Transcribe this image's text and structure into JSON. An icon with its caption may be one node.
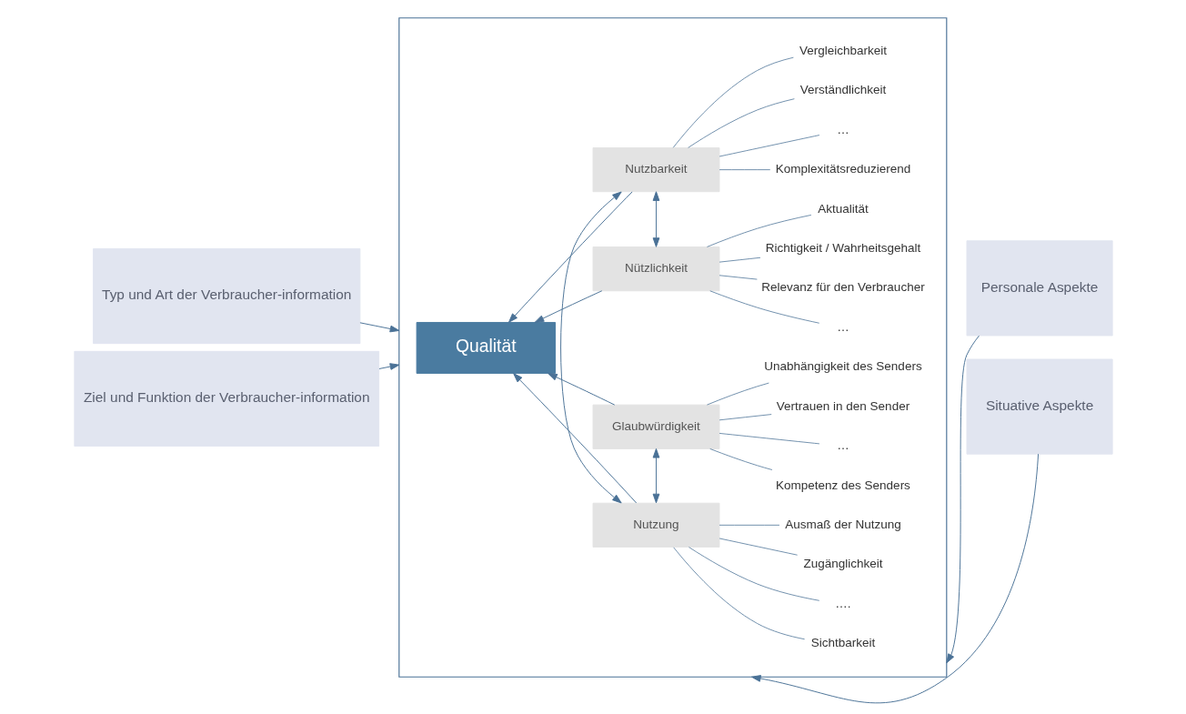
{
  "diagram": {
    "nodes": [
      {
        "text": [
          "Typ und Art der Verbraucher-information"
        ]
      },
      {
        "text": [
          "Ziel und Funktion der Verbraucher-information"
        ]
      },
      {
        "text": [
          "Personale Aspekte"
        ]
      },
      {
        "text": [
          "Situative Aspekte"
        ]
      },
      {
        "text": [],
        "shape": "box"
      },
      {
        "text": [
          "Qualität"
        ],
        "in": 4
      },
      {
        "text": [
          "Nützlichkeit"
        ],
        "in": 4
      },
      {
        "text": [
          "Nutzbarkeit"
        ],
        "in": 4
      },
      {
        "text": [
          "Nutzung"
        ],
        "in": 4
      },
      {
        "text": [
          "Glaubwürdigkeit"
        ],
        "in": 4
      },
      {
        "text": [
          "Richtigkeit / Wahrheitsgehalt"
        ],
        "in": 4
      },
      {
        "text": [
          "Aktualität"
        ],
        "in": 4
      },
      {
        "text": [
          "Relevanz für den Verbraucher"
        ],
        "in": 4
      },
      {
        "text": [
          "…"
        ],
        "in": 4
      },
      {
        "text": [
          "Verständlichkeit"
        ],
        "in": 4
      },
      {
        "text": [
          "Vergleichbarkeit"
        ],
        "in": 4
      },
      {
        "text": [
          "Komplexitätsreduzierend"
        ],
        "in": 4
      },
      {
        "text": [
          "…"
        ],
        "in": 4
      },
      {
        "text": [
          "Zugänglichkeit"
        ],
        "in": 4
      },
      {
        "text": [
          "Ausmaß der Nutzung"
        ],
        "in": 4
      },
      {
        "text": [
          "Sichtbarkeit"
        ],
        "in": 4
      },
      {
        "text": [
          "…."
        ],
        "in": 4
      },
      {
        "text": [
          "Unabhängigkeit des Senders"
        ],
        "in": 4
      },
      {
        "text": [
          "Kompetenz des Senders"
        ],
        "in": 4
      },
      {
        "text": [
          "Vertrauen in den Sender"
        ],
        "in": 4
      },
      {
        "text": [
          "…"
        ],
        "in": 4
      }
    ],
    "edges": [
      {
        "from": 0,
        "to": 4,
        "arrow": "to"
      },
      {
        "from": 1,
        "to": 4,
        "arrow": "to"
      },
      {
        "from": 2,
        "to": 4,
        "arrow": "to"
      },
      {
        "from": 3,
        "to": 4,
        "arrow": "to"
      },
      {
        "from": 6,
        "to": 5,
        "arrow": "to"
      },
      {
        "from": 7,
        "to": 5,
        "arrow": "to"
      },
      {
        "from": 8,
        "to": 5,
        "arrow": "to"
      },
      {
        "from": 9,
        "to": 5,
        "arrow": "to"
      },
      {
        "from": 6,
        "to": 7,
        "arrow": "both"
      },
      {
        "from": 7,
        "to": 8,
        "arrow": "both"
      },
      {
        "from": 8,
        "to": 9,
        "arrow": "both"
      },
      {
        "from": 6,
        "to": 10,
        "arrow": "none"
      },
      {
        "from": 6,
        "to": 11,
        "arrow": "none"
      },
      {
        "from": 6,
        "to": 12,
        "arrow": "none"
      },
      {
        "from": 6,
        "to": 13,
        "arrow": "none"
      },
      {
        "from": 7,
        "to": 14,
        "arrow": "none"
      },
      {
        "from": 7,
        "to": 15,
        "arrow": "none"
      },
      {
        "from": 7,
        "to": 16,
        "arrow": "none"
      },
      {
        "from": 7,
        "to": 17,
        "arrow": "none"
      },
      {
        "from": 8,
        "to": 18,
        "arrow": "none"
      },
      {
        "from": 8,
        "to": 19,
        "arrow": "none"
      },
      {
        "from": 8,
        "to": 20,
        "arrow": "none"
      },
      {
        "from": 8,
        "to": 21,
        "arrow": "none"
      },
      {
        "from": 9,
        "to": 22,
        "arrow": "none"
      },
      {
        "from": 9,
        "to": 23,
        "arrow": "none"
      },
      {
        "from": 9,
        "to": 24,
        "arrow": "none"
      },
      {
        "from": 9,
        "to": 25,
        "arrow": "none"
      }
    ]
  }
}
